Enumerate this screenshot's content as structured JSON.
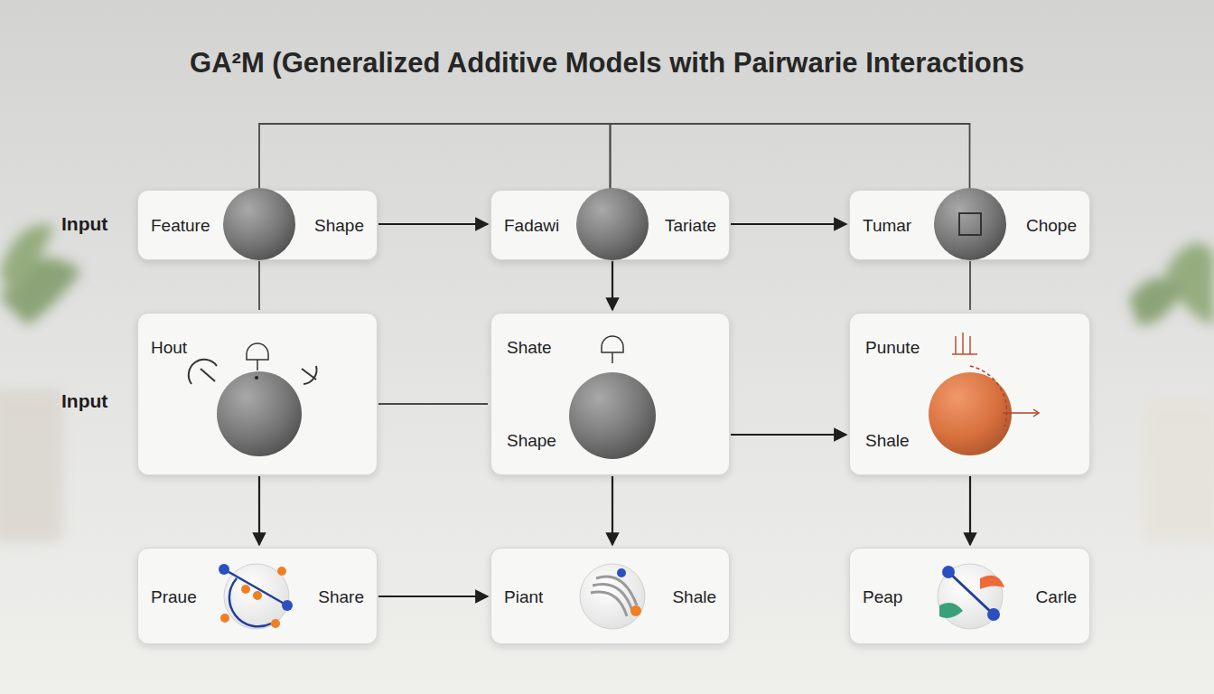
{
  "diagram": {
    "title": "GA²M (Generalized Additive Models with Pairwarie Interactions",
    "nodes": [
      {
        "text": [
          "Feature",
          "Shape"
        ]
      },
      {
        "text": [
          "Fadawi",
          "Tariate"
        ]
      },
      {
        "text": [
          "Tumar",
          "Chope"
        ]
      },
      {
        "text": [
          "Hout"
        ]
      },
      {
        "text": [
          "Shate",
          "Shape"
        ]
      },
      {
        "text": [
          "Punute",
          "Shale"
        ]
      },
      {
        "text": [
          "Praue",
          "Share"
        ]
      },
      {
        "text": [
          "Piant",
          "Shale"
        ]
      },
      {
        "text": [
          "Peap",
          "Carle"
        ]
      }
    ],
    "edges": [
      {
        "from": 0,
        "to": 1,
        "arrow": "to"
      },
      {
        "from": 1,
        "to": 2,
        "arrow": "to"
      },
      {
        "from": 1,
        "to": 4,
        "arrow": "to"
      },
      {
        "from": 4,
        "to": 5,
        "arrow": "to"
      },
      {
        "from": 3,
        "to": 4,
        "arrow": "none"
      },
      {
        "from": 0,
        "to": 3,
        "arrow": "none"
      },
      {
        "from": 2,
        "to": 5,
        "arrow": "none"
      },
      {
        "from": 3,
        "to": 6,
        "arrow": "to"
      },
      {
        "from": 4,
        "to": 7,
        "arrow": "to"
      },
      {
        "from": 5,
        "to": 8,
        "arrow": "to"
      },
      {
        "from": 6,
        "to": 7,
        "arrow": "to"
      },
      {
        "from": 0,
        "to": 1,
        "arrow": "none"
      },
      {
        "from": 1,
        "to": 2,
        "arrow": "none"
      }
    ],
    "labels": [
      "Input",
      "Input"
    ]
  }
}
